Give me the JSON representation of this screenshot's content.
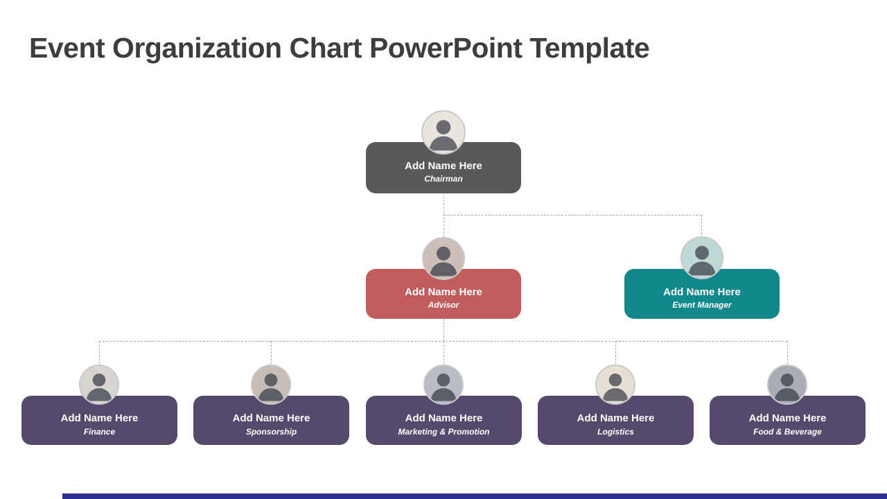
{
  "slide": {
    "title": "Event Organization Chart PowerPoint Template",
    "title_color": "#3d3d3d",
    "connector_color": "#a6a6a6",
    "footer_bar_color": "#2e3192"
  },
  "org": {
    "chairman": {
      "name": "Add Name Here",
      "role": "Chairman",
      "color": "#595959",
      "avatar_color": "#e8e4de"
    },
    "advisor": {
      "name": "Add Name Here",
      "role": "Advisor",
      "color": "#c05b5e",
      "avatar_color": "#cdbfb8"
    },
    "event_manager": {
      "name": "Add Name Here",
      "role": "Event Manager",
      "color": "#11898c",
      "avatar_color": "#bfd9d7"
    },
    "team": [
      {
        "name": "Add Name Here",
        "role": "Finance",
        "color": "#554a6b",
        "avatar_color": "#d8d4cf"
      },
      {
        "name": "Add Name Here",
        "role": "Sponsorship",
        "color": "#554a6b",
        "avatar_color": "#c6beb6"
      },
      {
        "name": "Add Name Here",
        "role": "Marketing & Promotion",
        "color": "#554a6b",
        "avatar_color": "#b9bcc2"
      },
      {
        "name": "Add Name Here",
        "role": "Logistics",
        "color": "#554a6b",
        "avatar_color": "#e6e0d4"
      },
      {
        "name": "Add Name Here",
        "role": "Food & Beverage",
        "color": "#554a6b",
        "avatar_color": "#a9adb3"
      }
    ]
  }
}
